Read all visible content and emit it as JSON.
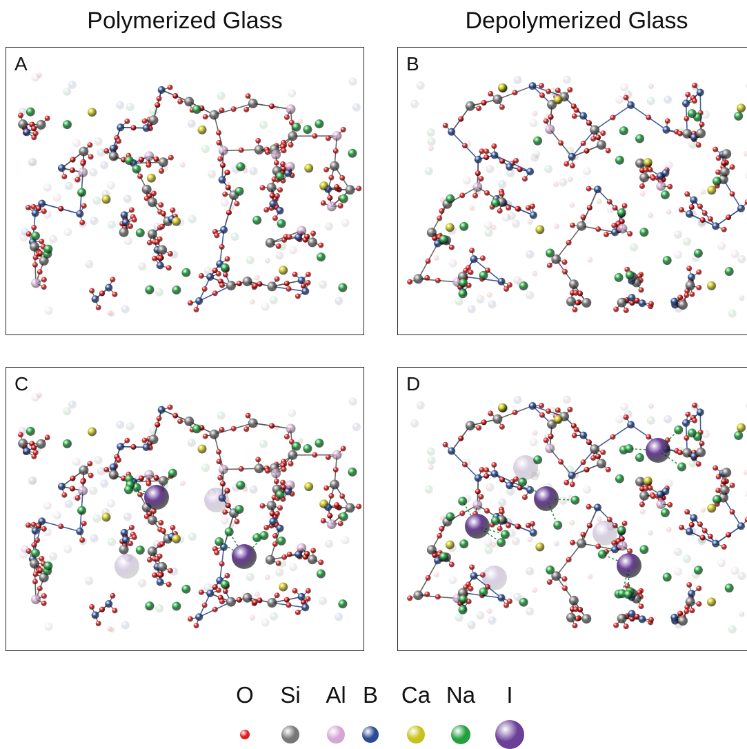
{
  "titles": {
    "left": "Polymerized Glass",
    "right": "Depolymerized Glass"
  },
  "panels": [
    {
      "id": "a",
      "label": "A",
      "iodine": false
    },
    {
      "id": "b",
      "label": "B",
      "iodine": false
    },
    {
      "id": "c",
      "label": "C",
      "iodine": true
    },
    {
      "id": "d",
      "label": "D",
      "iodine": true
    }
  ],
  "legend": {
    "items": [
      {
        "label": "O",
        "color": "#e01a1a",
        "name": "oxygen"
      },
      {
        "label": "Si",
        "color": "#777777",
        "name": "silicon"
      },
      {
        "label": "Al",
        "color": "#d6a6d6",
        "name": "aluminum"
      },
      {
        "label": "B",
        "color": "#2a4c94",
        "name": "boron"
      },
      {
        "label": "Ca",
        "color": "#c8c21a",
        "name": "calcium"
      },
      {
        "label": "Na",
        "color": "#22a040",
        "name": "sodium"
      },
      {
        "label": "I",
        "color": "#6a4098",
        "name": "iodine"
      }
    ]
  }
}
